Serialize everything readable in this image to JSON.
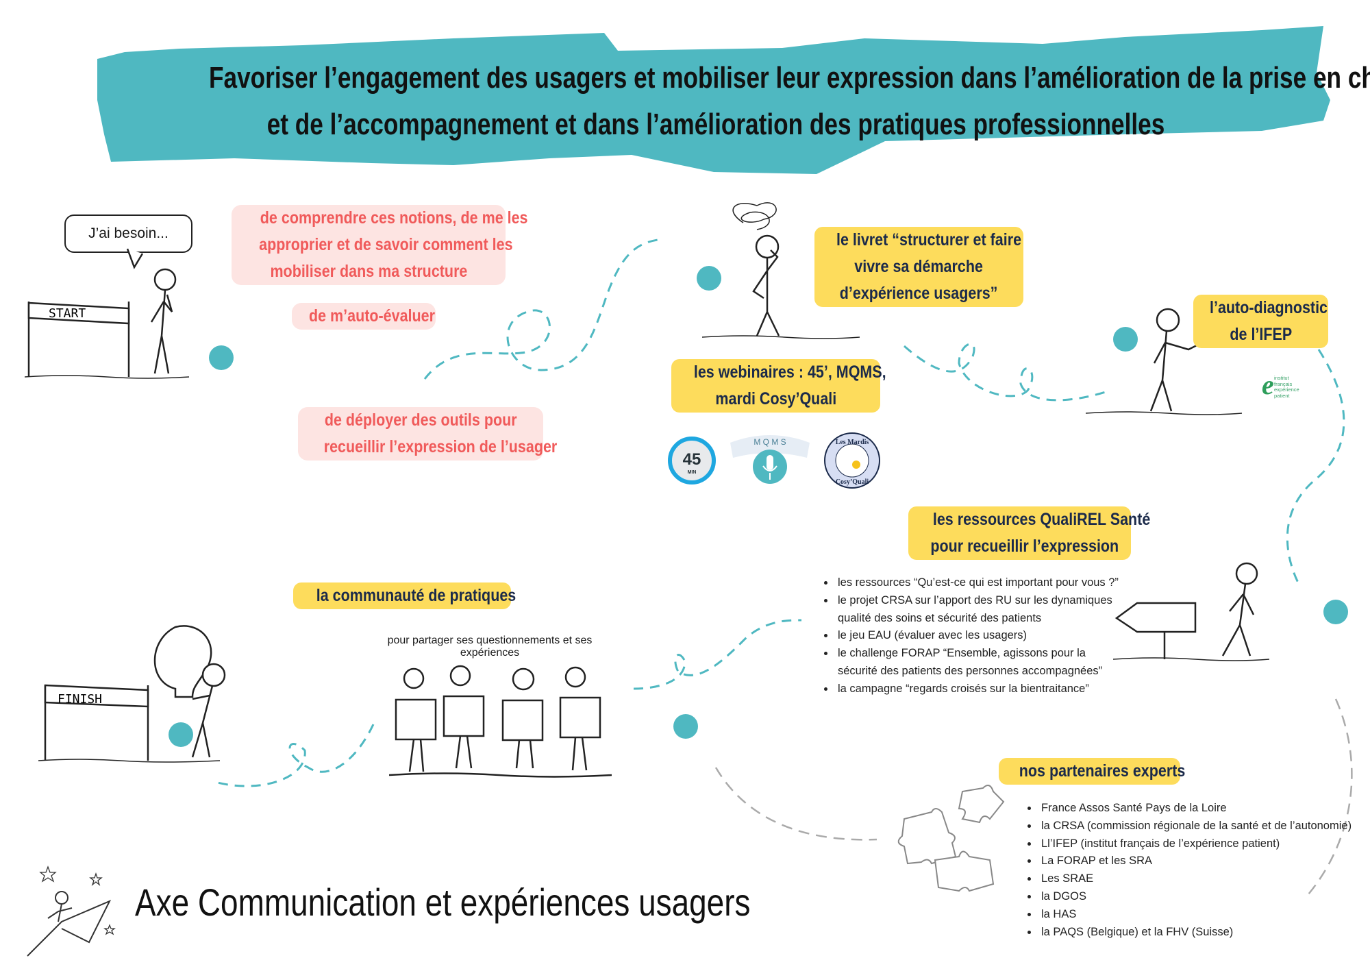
{
  "header": {
    "title_line1": "Favoriser l’engagement des usagers et mobiliser leur expression dans l’amélioration de la prise en charge",
    "title_line2": "et de l’accompagnement et dans l’amélioration des pratiques professionnelles",
    "banner_color": "#4fb8c1"
  },
  "start": {
    "bubble": "J’ai besoin...",
    "sign": "START"
  },
  "needs": [
    {
      "lines": [
        "de comprendre ces notions, de me les",
        "approprier  et de savoir comment les",
        "mobiliser dans ma structure"
      ]
    },
    {
      "lines": [
        "de m’auto-évaluer"
      ]
    },
    {
      "lines": [
        "de déployer des outils pour",
        "recueillir l’expression de l’usager"
      ]
    }
  ],
  "livret": {
    "lines": [
      "le livret “structurer et faire",
      "vivre sa démarche",
      "d’expérience usagers”"
    ]
  },
  "webinaires": {
    "lines": [
      "les webinaires : 45’, MQMS,",
      "mardi Cosy’Quali"
    ],
    "icons": {
      "timer_value": "45",
      "timer_unit": "MIN",
      "mqms": "M Q M S",
      "cosy_top": "Les Mardis",
      "cosy_bottom": "Cosy’Quali"
    }
  },
  "autodiag": {
    "lines": [
      "l’auto-diagnostic",
      "de l’IFEP"
    ],
    "logo_letter": "e",
    "logo_lines": [
      "institut",
      "français",
      "expérience",
      "patient"
    ]
  },
  "ressources": {
    "lines": [
      "les ressources QualiREL Santé",
      "pour recueillir l’expression"
    ],
    "items": [
      "les ressources “Qu’est-ce qui est important pour vous ?”",
      "le projet CRSA sur l’apport des RU sur les dynamiques qualité des soins et sécurité des patients",
      "le jeu EAU (évaluer avec les usagers)",
      "le challenge FORAP “Ensemble, agissons pour la sécurité des patients des personnes accompagnées”",
      "la campagne “regards croisés sur la bientraitance”"
    ]
  },
  "communaute": {
    "label": "la communauté de pratiques",
    "caption": "pour partager ses questionnements et ses expériences"
  },
  "finish": {
    "sign": "FINISH"
  },
  "partenaires": {
    "label": "nos partenaires experts",
    "items": [
      "France Assos Santé Pays de la Loire",
      "la CRSA (commission régionale de la santé et de l’autonomie)",
      "Ll’IFEP (institut français de l’expérience patient)",
      "La FORAP et les SRA",
      "Les SRAE",
      "la DGOS",
      "la HAS",
      "la PAQS (Belgique) et la FHV (Suisse)"
    ]
  },
  "footer": {
    "title": "Axe Communication et expériences usagers"
  },
  "colors": {
    "teal": "#4fb8c1",
    "pink_bg": "#fde4e2",
    "pink_text": "#f05a5a",
    "yellow": "#fddc5c",
    "navy": "#1b2a4a"
  }
}
